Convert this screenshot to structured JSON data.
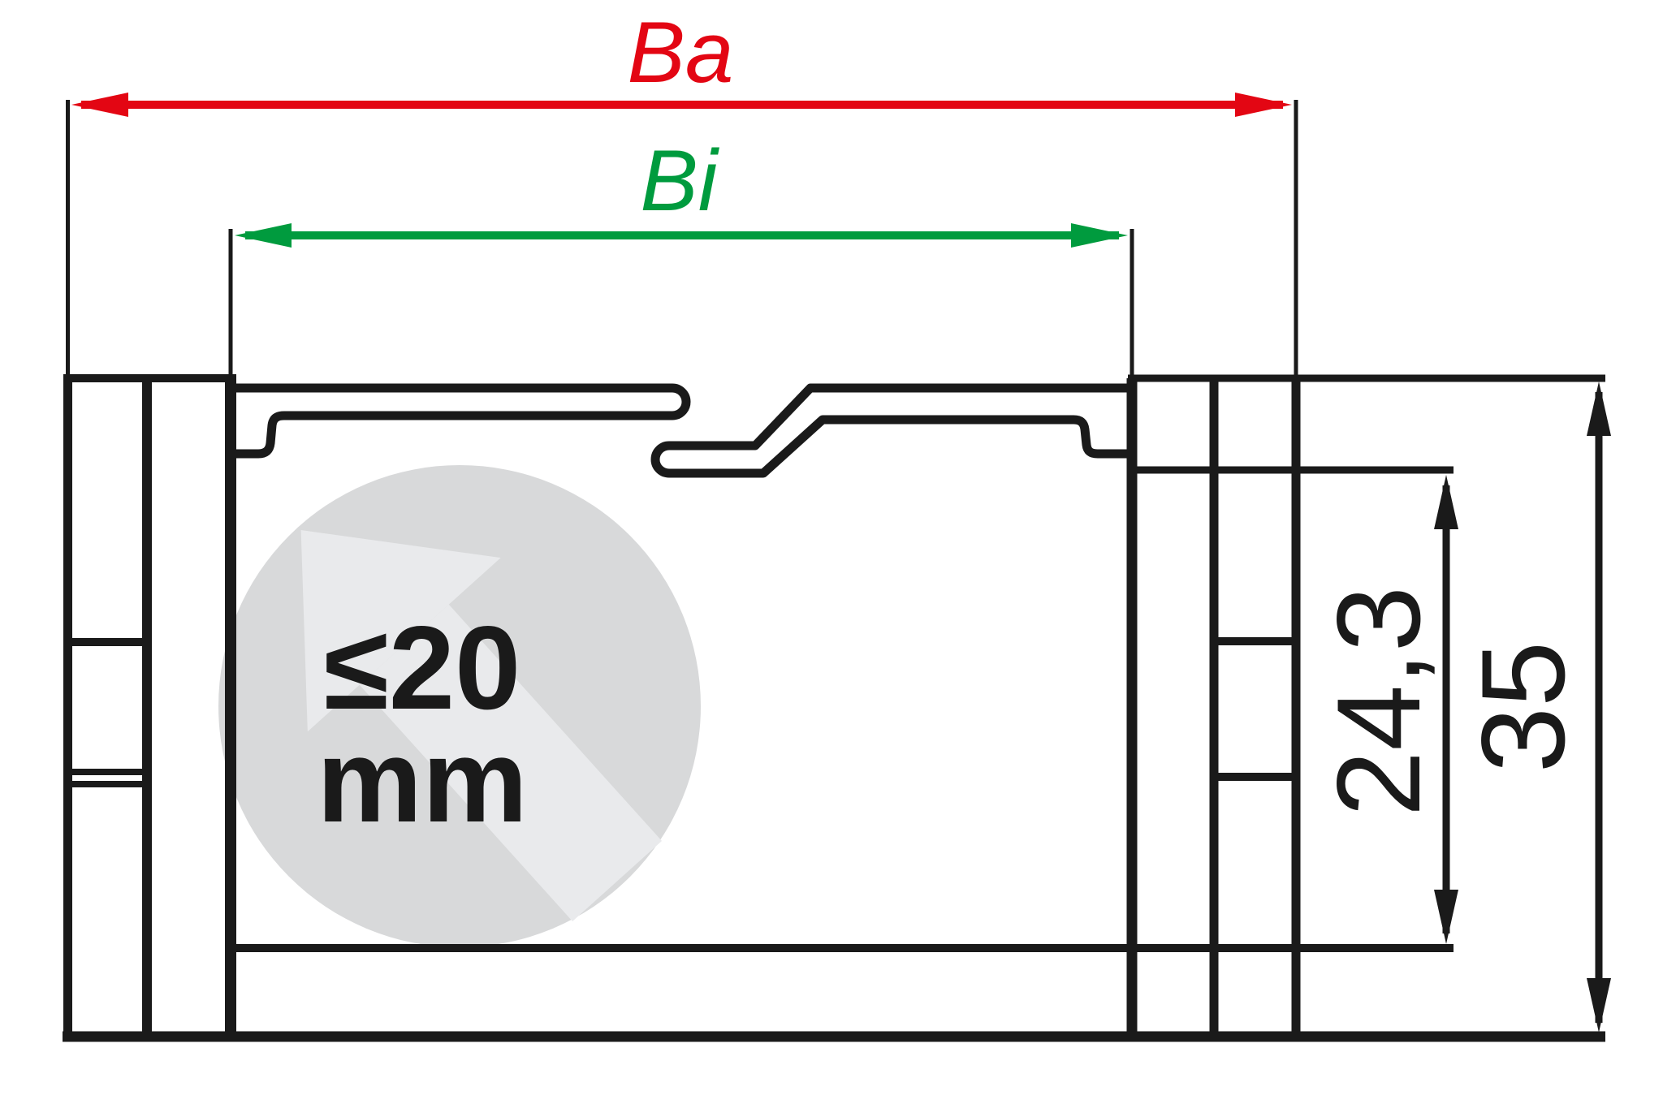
{
  "drawing": {
    "type": "cable-carrier cross-section dimension drawing",
    "dimensions": {
      "outer_width": {
        "label": "Ba",
        "color": "#e30613"
      },
      "inner_width": {
        "label": "Bi",
        "color": "#009b3e"
      },
      "inner_height": {
        "label": "24,3"
      },
      "outer_height": {
        "label": "35"
      }
    },
    "bore_note": {
      "line1": "≤20",
      "line2": "mm"
    },
    "colors": {
      "line": "#1a1a1a",
      "dim_text": "#1a1a1a",
      "background": "#ffffff",
      "watermark_circle": "#d8d9da",
      "watermark_arrow": "#e9eaec"
    }
  }
}
